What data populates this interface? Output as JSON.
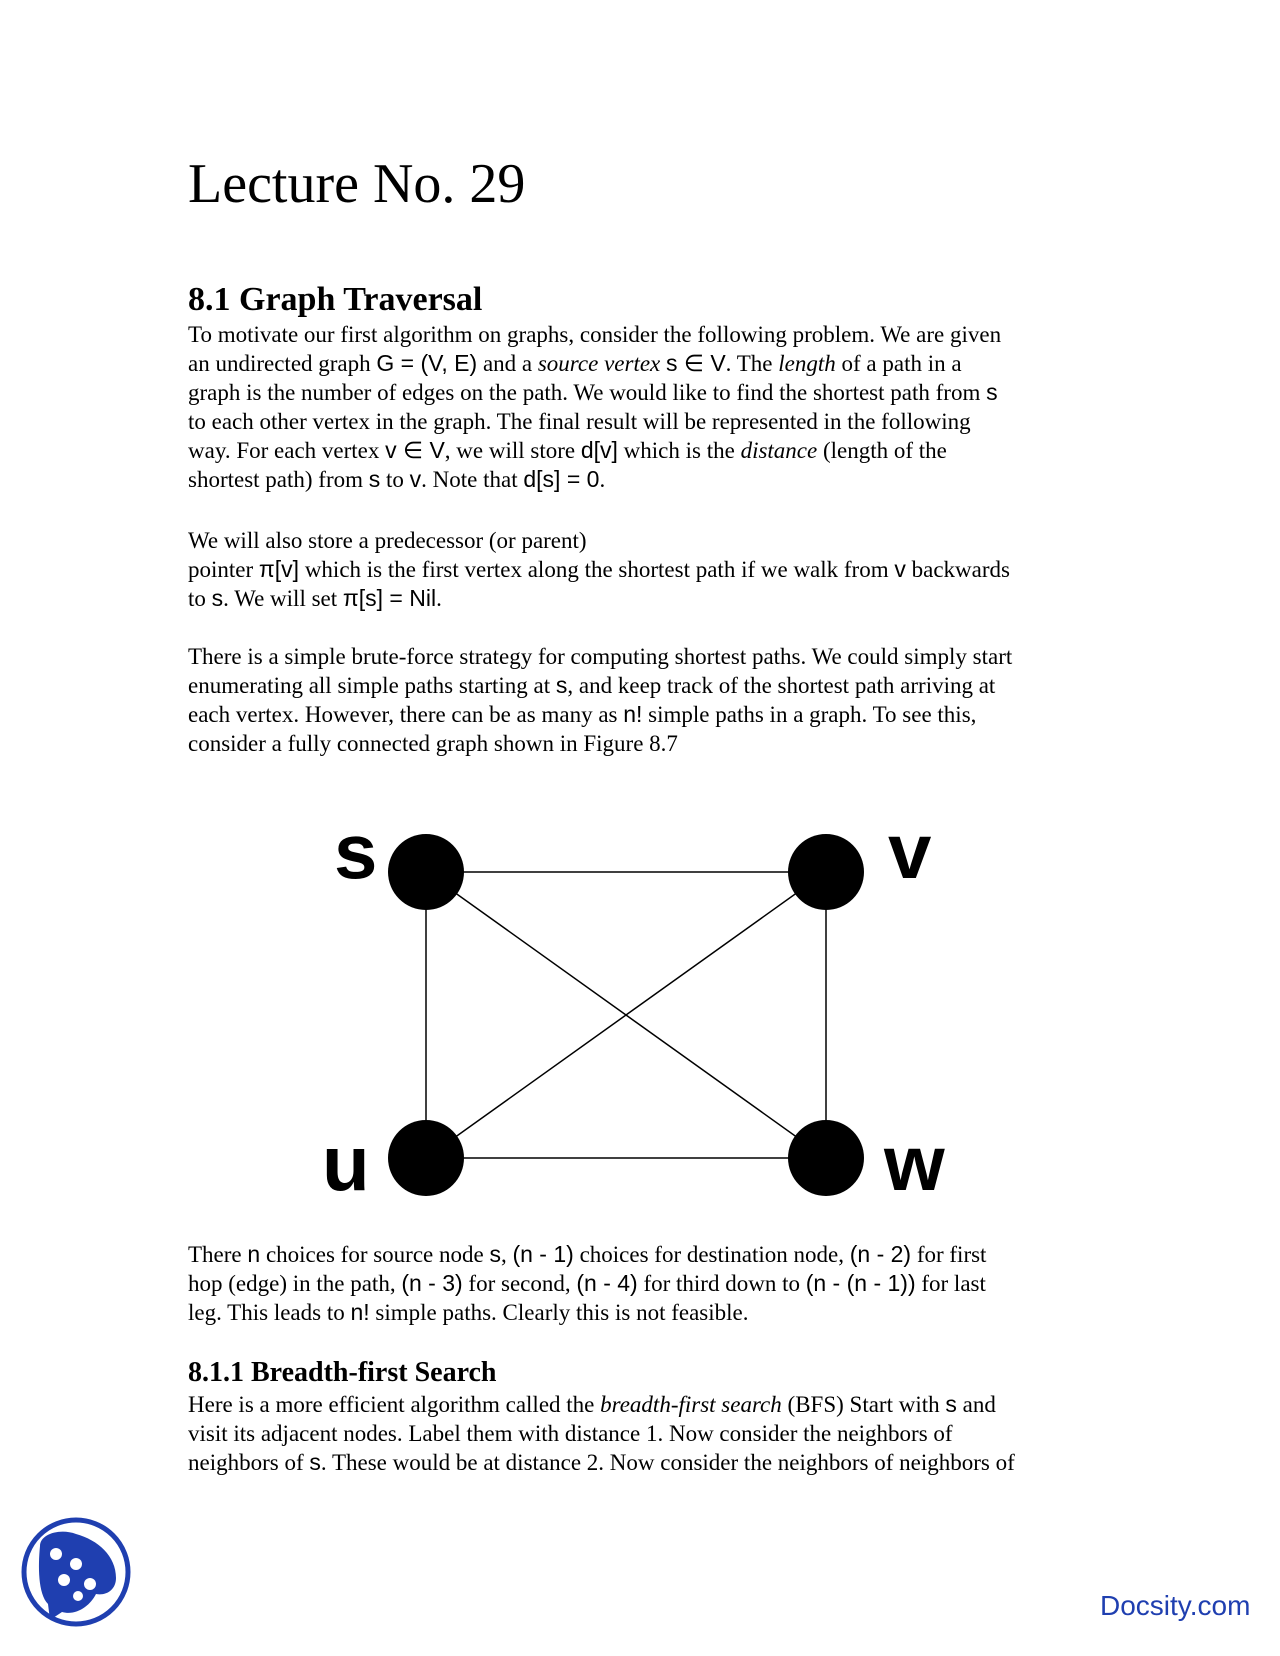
{
  "lecture_title": "Lecture No. 29",
  "section": {
    "heading": "8.1 Graph Traversal",
    "p1": {
      "l1": "To motivate our first algorithm on graphs, consider the following problem. We are given",
      "l2a": "an undirected graph ",
      "l2b": "G = (V, E)",
      "l2c": " and a ",
      "l2d": "source vertex",
      "l2e": " ",
      "l2f": "s ∈ V",
      "l2g": ". The ",
      "l2h": "length",
      "l2i": " of a path in a",
      "l3a": "graph is the number of edges on the path. We would like to find the shortest path from ",
      "l3b": "s",
      "l4": "to each other vertex in the graph. The final result will be represented in the following",
      "l5a": "way. For each vertex ",
      "l5b": "v ∈ V",
      "l5c": ", we will store ",
      "l5d": "d[v]",
      "l5e": " which is the ",
      "l5f": "distance",
      "l5g": " (length of the",
      "l6a": "shortest path) from ",
      "l6b": "s",
      "l6c": " to ",
      "l6d": "v",
      "l6e": ". Note that ",
      "l6f": "d[s] = 0",
      "l6g": "."
    },
    "p2": {
      "l1": "We will also store a predecessor (or parent)",
      "l2a": "pointer ",
      "l2b": "π[v]",
      "l2c": " which is the first vertex along the shortest path if we walk from ",
      "l2d": "v",
      "l2e": " backwards",
      "l3a": "to ",
      "l3b": "s",
      "l3c": ". We will set ",
      "l3d": "π[s] = Nil",
      "l3e": "."
    },
    "p3": {
      "l1": "There is a simple brute-force strategy for computing shortest paths. We could simply start",
      "l2a": "enumerating all simple paths starting at ",
      "l2b": "s",
      "l2c": ", and keep track of the shortest path arriving at",
      "l3a": "each vertex. However, there can be as many as ",
      "l3b": "n!",
      "l3c": " simple paths in a graph. To see this,",
      "l4": "consider a fully connected graph shown in Figure 8.7"
    },
    "figure": {
      "nodes": [
        {
          "id": "s",
          "label": "s"
        },
        {
          "id": "v",
          "label": "v"
        },
        {
          "id": "u",
          "label": "u"
        },
        {
          "id": "w",
          "label": "w"
        }
      ],
      "edges": [
        [
          "s",
          "v"
        ],
        [
          "s",
          "u"
        ],
        [
          "s",
          "w"
        ],
        [
          "v",
          "u"
        ],
        [
          "v",
          "w"
        ],
        [
          "u",
          "w"
        ]
      ]
    },
    "p4": {
      "l1a": "There ",
      "l1b": "n",
      "l1c": " choices for source node ",
      "l1d": "s",
      "l1e": ", ",
      "l1f": "(n - 1)",
      "l1g": " choices for destination node, ",
      "l1h": "(n - 2)",
      "l1i": " for first",
      "l2a": "hop (edge) in the path, ",
      "l2b": "(n - 3)",
      "l2c": " for second, ",
      "l2d": "(n - 4)",
      "l2e": " for third down to ",
      "l2f": "(n - (n - 1))",
      "l2g": " for last",
      "l3a": "leg. This leads to ",
      "l3b": "n!",
      "l3c": " simple paths. Clearly this is not feasible."
    }
  },
  "subsection": {
    "heading": "8.1.1 Breadth-first Search",
    "p1": {
      "l1a": "Here is a more efficient algorithm called the ",
      "l1b": "breadth-first search",
      "l1c": " (BFS) Start with ",
      "l1d": "s",
      "l1e": " and",
      "l2": "visit its adjacent nodes. Label them with distance 1. Now consider the neighbors of",
      "l3a": "neighbors of ",
      "l3b": "s",
      "l3c": ". These would be at distance 2. Now consider the neighbors of neighbors of"
    }
  },
  "branding": {
    "site": "Docsity.com",
    "accent": "#1f3fb0"
  }
}
